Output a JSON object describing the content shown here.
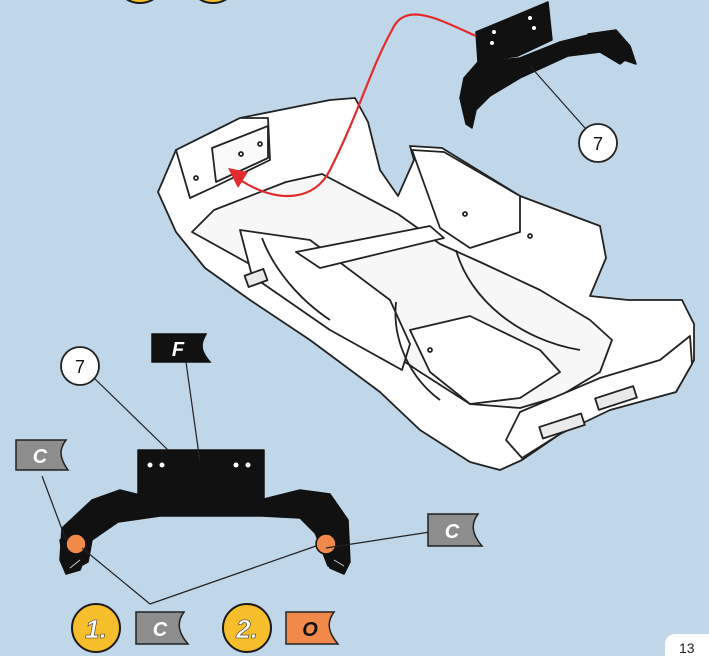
{
  "colors": {
    "background": "#c0d6e9",
    "step_circle": "#f6be2a",
    "flag_grey": "#8d8d8d",
    "flag_black": "#111111",
    "flag_orange": "#f0894a",
    "arrow_red": "#e42b2b"
  },
  "callouts": {
    "part_top": "7",
    "part_bottom": "7"
  },
  "flags": {
    "front_label": "F",
    "left_label": "C",
    "right_label": "C",
    "step1_label": "C",
    "step2_label": "O"
  },
  "steps": {
    "step1": "1.",
    "step2": "2."
  },
  "page_number": "13"
}
